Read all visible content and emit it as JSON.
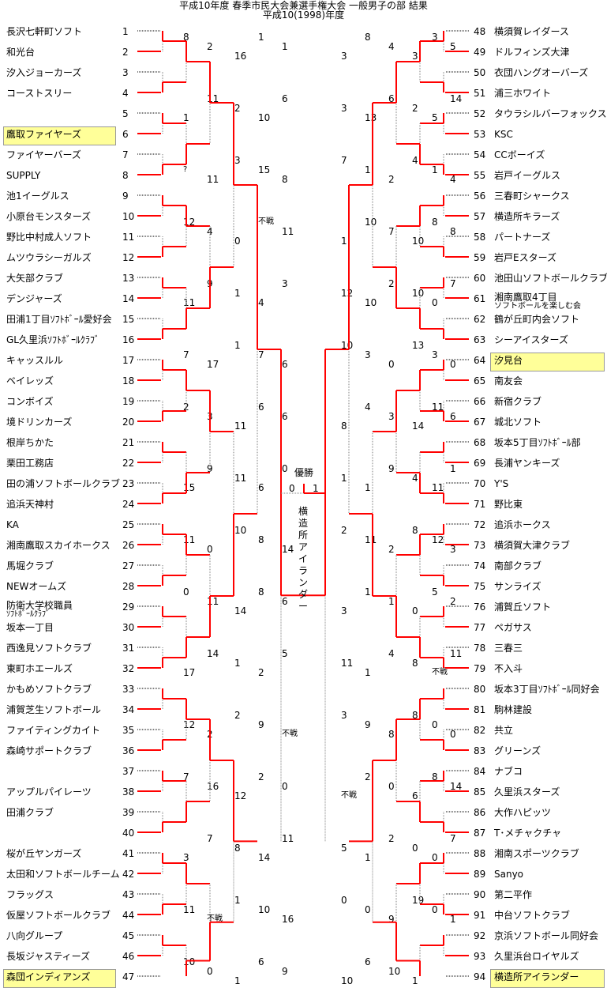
{
  "title_line1": "平成10年度  春季市民大会兼選手権大会  一般男子の部  結果",
  "title_line2": "平成10(1998)年度",
  "colors": {
    "win": "#ff0000",
    "lose": "#808080",
    "highlight": "#ffff99"
  },
  "left_teams": [
    {
      "no": "1",
      "name": "長沢七軒町ソフト"
    },
    {
      "no": "2",
      "name": "和光台"
    },
    {
      "no": "3",
      "name": "汐入ジョーカーズ"
    },
    {
      "no": "4",
      "name": "コーストスリー"
    },
    {
      "no": "5",
      "name": ""
    },
    {
      "no": "6",
      "name": "鷹取ファイヤーズ",
      "hl": true
    },
    {
      "no": "7",
      "name": "ファイヤーバーズ"
    },
    {
      "no": "8",
      "name": "SUPPLY"
    },
    {
      "no": "9",
      "name": "池1イーグルス"
    },
    {
      "no": "10",
      "name": "小原台モンスターズ"
    },
    {
      "no": "11",
      "name": "野比中村成人ソフト"
    },
    {
      "no": "12",
      "name": "ムツウラシーガルズ"
    },
    {
      "no": "13",
      "name": "大矢部クラブ"
    },
    {
      "no": "14",
      "name": "デンジャーズ"
    },
    {
      "no": "15",
      "name": "田浦1丁目ｿﾌﾄﾎﾞｰﾙ愛好会"
    },
    {
      "no": "16",
      "name": "GL久里浜ｿﾌﾄﾎﾞｰﾙｸﾗﾌﾞ"
    },
    {
      "no": "17",
      "name": "キャッスルル"
    },
    {
      "no": "18",
      "name": "ベイレッズ"
    },
    {
      "no": "19",
      "name": "コンボイズ"
    },
    {
      "no": "20",
      "name": "境ドリンカーズ"
    },
    {
      "no": "21",
      "name": "根岸ちかた"
    },
    {
      "no": "22",
      "name": "栗田工務店"
    },
    {
      "no": "23",
      "name": "田の浦ソフトボールクラブ"
    },
    {
      "no": "24",
      "name": "追浜天神村"
    },
    {
      "no": "25",
      "name": "KA"
    },
    {
      "no": "26",
      "name": "湘南鷹取スカイホークス"
    },
    {
      "no": "27",
      "name": "馬堀クラブ"
    },
    {
      "no": "28",
      "name": "NEWオームズ"
    },
    {
      "no": "29",
      "name": "防衛大学校職員",
      "sub": "ｿﾌﾄﾎﾞｰﾙｸﾗﾌﾞ"
    },
    {
      "no": "30",
      "name": "坂本一丁目"
    },
    {
      "no": "31",
      "name": "西逸見ソフトクラブ"
    },
    {
      "no": "32",
      "name": "東町ホエールズ"
    },
    {
      "no": "33",
      "name": "かもめソフトクラブ"
    },
    {
      "no": "34",
      "name": "浦賀芝生ソフトボール"
    },
    {
      "no": "35",
      "name": "ファイティングカイト"
    },
    {
      "no": "36",
      "name": "森崎サポートクラブ"
    },
    {
      "no": "37",
      "name": ""
    },
    {
      "no": "38",
      "name": "アップルパイレーツ"
    },
    {
      "no": "39",
      "name": "田浦クラブ"
    },
    {
      "no": "40",
      "name": ""
    },
    {
      "no": "41",
      "name": "桜が丘ヤンガーズ"
    },
    {
      "no": "42",
      "name": "太田和ソフトボールチーム"
    },
    {
      "no": "43",
      "name": "フラッグス"
    },
    {
      "no": "44",
      "name": "仮屋ソフトボールクラブ"
    },
    {
      "no": "45",
      "name": "八向グループ"
    },
    {
      "no": "46",
      "name": "長坂ジャスティーズ"
    },
    {
      "no": "47",
      "name": "森団インディアンズ",
      "hl": true
    }
  ],
  "right_teams": [
    {
      "no": "48",
      "name": "横須賀レイダース"
    },
    {
      "no": "49",
      "name": "ドルフィンズ大津"
    },
    {
      "no": "50",
      "name": "衣団ハングオーバーズ"
    },
    {
      "no": "51",
      "name": "浦三ホワイト"
    },
    {
      "no": "52",
      "name": "タウラシルバーフォックス"
    },
    {
      "no": "53",
      "name": "KSC"
    },
    {
      "no": "54",
      "name": "CCボーイズ"
    },
    {
      "no": "55",
      "name": "岩戸イーグルス"
    },
    {
      "no": "56",
      "name": "三春町シャークス"
    },
    {
      "no": "57",
      "name": "横造所キラーズ"
    },
    {
      "no": "58",
      "name": "パートナーズ"
    },
    {
      "no": "59",
      "name": "岩戸Eスターズ"
    },
    {
      "no": "60",
      "name": "池田山ソフトボールクラブ"
    },
    {
      "no": "61",
      "name": "湘南鷹取4丁目",
      "sub": "ソフトボールを楽しむ会"
    },
    {
      "no": "62",
      "name": "鶴が丘町内会ソフト"
    },
    {
      "no": "63",
      "name": "シーアイスターズ"
    },
    {
      "no": "64",
      "name": "汐見台",
      "hl": true
    },
    {
      "no": "65",
      "name": "南友会"
    },
    {
      "no": "66",
      "name": "新宿クラブ"
    },
    {
      "no": "67",
      "name": "城北ソフト"
    },
    {
      "no": "68",
      "name": "坂本5丁目ｿﾌﾄﾎﾞｰﾙ部"
    },
    {
      "no": "69",
      "name": "長浦ヤンキーズ"
    },
    {
      "no": "70",
      "name": "Y'S"
    },
    {
      "no": "71",
      "name": "野比東"
    },
    {
      "no": "72",
      "name": "追浜ホークス"
    },
    {
      "no": "73",
      "name": "横須賀大津クラブ"
    },
    {
      "no": "74",
      "name": "南部クラブ"
    },
    {
      "no": "75",
      "name": "サンライズ"
    },
    {
      "no": "76",
      "name": "浦賀丘ソフト"
    },
    {
      "no": "77",
      "name": "ペガサス"
    },
    {
      "no": "78",
      "name": "三春三"
    },
    {
      "no": "79",
      "name": "不入斗"
    },
    {
      "no": "80",
      "name": "坂本3丁目ｿﾌﾄﾎﾞｰﾙ同好会"
    },
    {
      "no": "81",
      "name": "駒林建設"
    },
    {
      "no": "82",
      "name": "共立"
    },
    {
      "no": "83",
      "name": "グリーンズ"
    },
    {
      "no": "84",
      "name": "ナブコ"
    },
    {
      "no": "85",
      "name": "久里浜スターズ"
    },
    {
      "no": "86",
      "name": "大作ハピッツ"
    },
    {
      "no": "87",
      "name": "T･メチャクチャ"
    },
    {
      "no": "88",
      "name": "湘南スポーツクラブ"
    },
    {
      "no": "89",
      "name": "Sanyo"
    },
    {
      "no": "90",
      "name": "第二平作"
    },
    {
      "no": "91",
      "name": "中台ソフトクラブ"
    },
    {
      "no": "92",
      "name": "京浜ソフトボール同好会"
    },
    {
      "no": "93",
      "name": "久里浜台ロイヤルズ"
    },
    {
      "no": "94",
      "name": "横造所アイランダー",
      "hl": true
    }
  ],
  "scores": [
    "8",
    "2",
    "16",
    "1",
    "1",
    "3",
    "8",
    "4",
    "3",
    "3",
    "5",
    "1",
    "11",
    "2",
    "10",
    "6",
    "3",
    "13",
    "6",
    "2",
    "5",
    "14",
    "?",
    "11",
    "3",
    "15",
    "8",
    "7",
    "1",
    "2",
    "4",
    "1",
    "4",
    "12",
    "4",
    "0",
    "不戦",
    "11",
    "1",
    "10",
    "7",
    "10",
    "8",
    "8",
    "11",
    "9",
    "1",
    "4",
    "3",
    "12",
    "10",
    "2",
    "10",
    "0",
    "7",
    "7",
    "17",
    "1",
    "7",
    "6",
    "10",
    "3",
    "0",
    "13",
    "3",
    "0",
    "2",
    "3",
    "11",
    "6",
    "6",
    "8",
    "4",
    "3",
    "14",
    "11",
    "6",
    "15",
    "9",
    "11",
    "6",
    "0",
    "1",
    "1",
    "9",
    "4",
    "11",
    "1",
    "11",
    "0",
    "10",
    "8",
    "14",
    "2",
    "11",
    "2",
    "8",
    "12",
    "3",
    "0",
    "11",
    "14",
    "8",
    "6",
    "3",
    "1",
    "1",
    "0",
    "5",
    "2",
    "17",
    "14",
    "1",
    "2",
    "5",
    "11",
    "1",
    "4",
    "8",
    "不戦",
    "11",
    "12",
    "2",
    "2",
    "9",
    "不戦",
    "3",
    "9",
    "8",
    "8",
    "0",
    "0",
    "7",
    "16",
    "12",
    "2",
    "0",
    "不戦",
    "2",
    "0",
    "6",
    "8",
    "14",
    "3",
    "7",
    "8",
    "14",
    "11",
    "5",
    "1",
    "2",
    "0",
    "0",
    "7",
    "11",
    "不戦",
    "1",
    "10",
    "16",
    "0",
    "0",
    "9",
    "19",
    "0",
    "1",
    "10",
    "0",
    "1",
    "6",
    "9",
    "10",
    "6",
    "10",
    "1"
  ],
  "champion_label": "優勝",
  "champion_name": "横造所アイランダー",
  "final_left": "0",
  "final_right": "1"
}
